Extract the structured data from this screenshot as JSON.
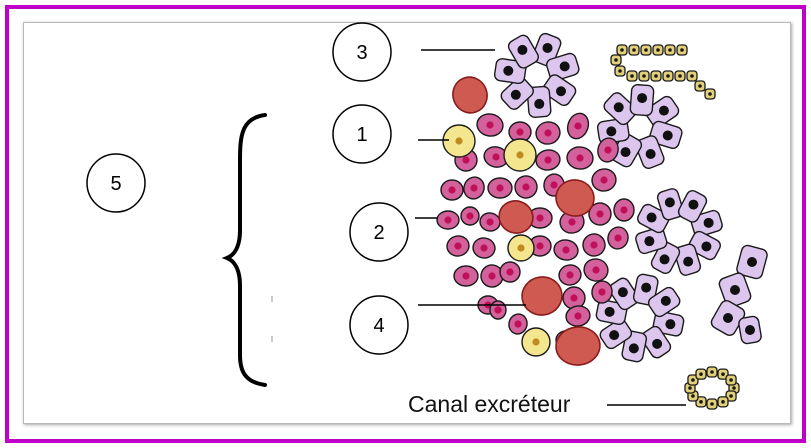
{
  "labels": {
    "n1": "1",
    "n2": "2",
    "n3": "3",
    "n4": "4",
    "n5": "5"
  },
  "caption": "Canal excréteur",
  "colors": {
    "frame": "#c000c8",
    "acinar_cell": "#dcc6ee",
    "acinar_nucleus": "#111111",
    "islet_cell": "#d2619c",
    "islet_nucleus": "#c0105a",
    "yellow_cell": "#f3e68e",
    "yellow_nucleus": "#c08a1e",
    "capillary": "#cf5a52",
    "duct_cell": "#e2cf7a"
  }
}
